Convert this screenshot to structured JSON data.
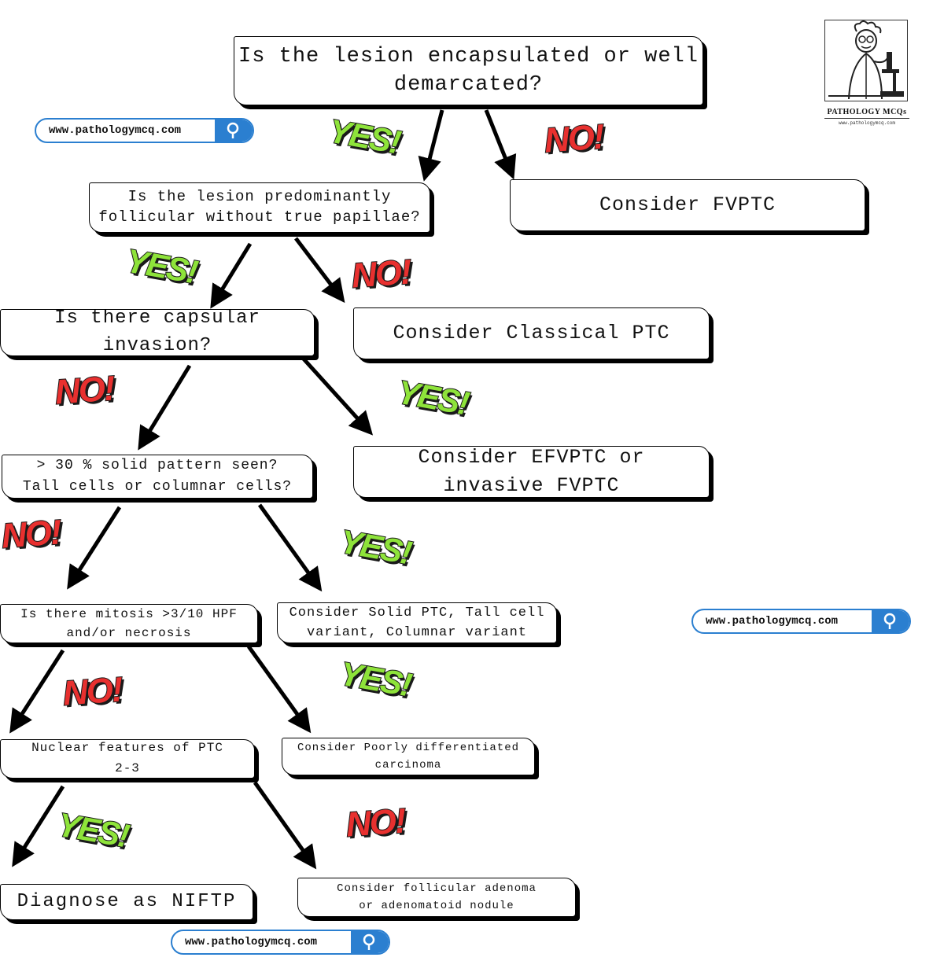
{
  "nodes": {
    "q1": [
      "Is the lesion encapsulated or well",
      "demarcated?"
    ],
    "fvptc": [
      "Consider FVPTC"
    ],
    "q2": [
      "Is the lesion predominantly",
      "follicular without true papillae?"
    ],
    "classical": [
      "Consider Classical PTC"
    ],
    "q3": [
      "Is there capsular",
      "invasion?"
    ],
    "efvptc": [
      "Consider EFVPTC or",
      "invasive FVPTC"
    ],
    "q4": [
      "> 30 % solid pattern seen?",
      "Tall cells or columnar cells?"
    ],
    "solid": [
      "Consider Solid PTC, Tall cell",
      "variant, Columnar variant"
    ],
    "q5": [
      "Is there mitosis >3/10 HPF",
      "and/or necrosis"
    ],
    "pdc": [
      "Consider Poorly differentiated",
      "carcinoma"
    ],
    "q6": [
      "Nuclear features of PTC",
      "2-3"
    ],
    "niftp": [
      "Diagnose as NIFTP"
    ],
    "adenoma": [
      "Consider follicular adenoma",
      "or adenomatoid nodule"
    ]
  },
  "labels": {
    "yes": "YES!",
    "no": "NO!"
  },
  "watermark": {
    "url": "www.pathologymcq.com",
    "icon": "search-icon",
    "color": "#2b7fd0"
  },
  "logo": {
    "title": "PATHOLOGY MCQs",
    "subtitle": "www.pathologymcq.com",
    "icon": "scientist-microscope-icon"
  }
}
